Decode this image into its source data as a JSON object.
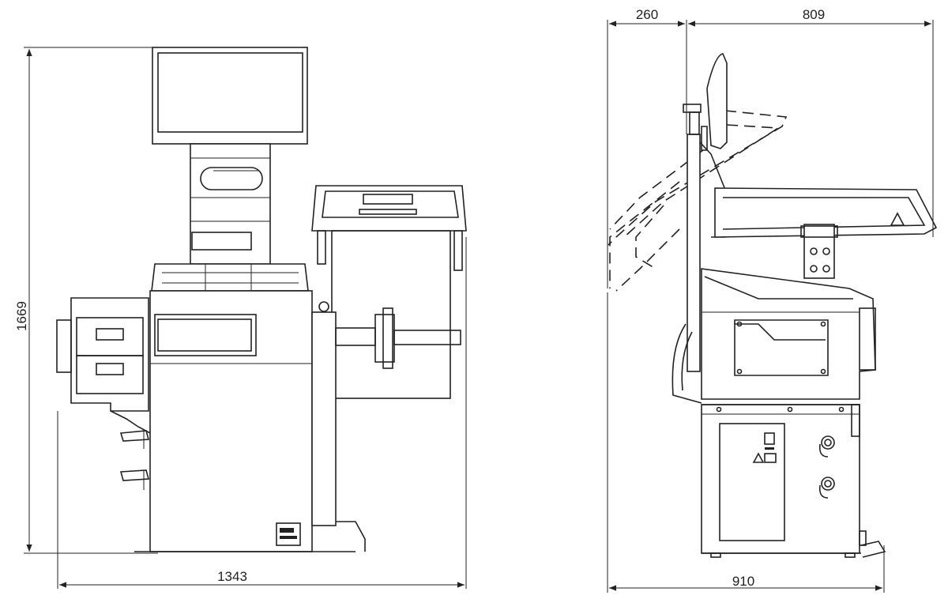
{
  "dimensions": {
    "front_height": "1669",
    "front_width": "1343",
    "side_top_left": "260",
    "side_top_right": "809",
    "side_bottom": "910"
  },
  "colors": {
    "line": "#222222",
    "background": "#ffffff"
  }
}
